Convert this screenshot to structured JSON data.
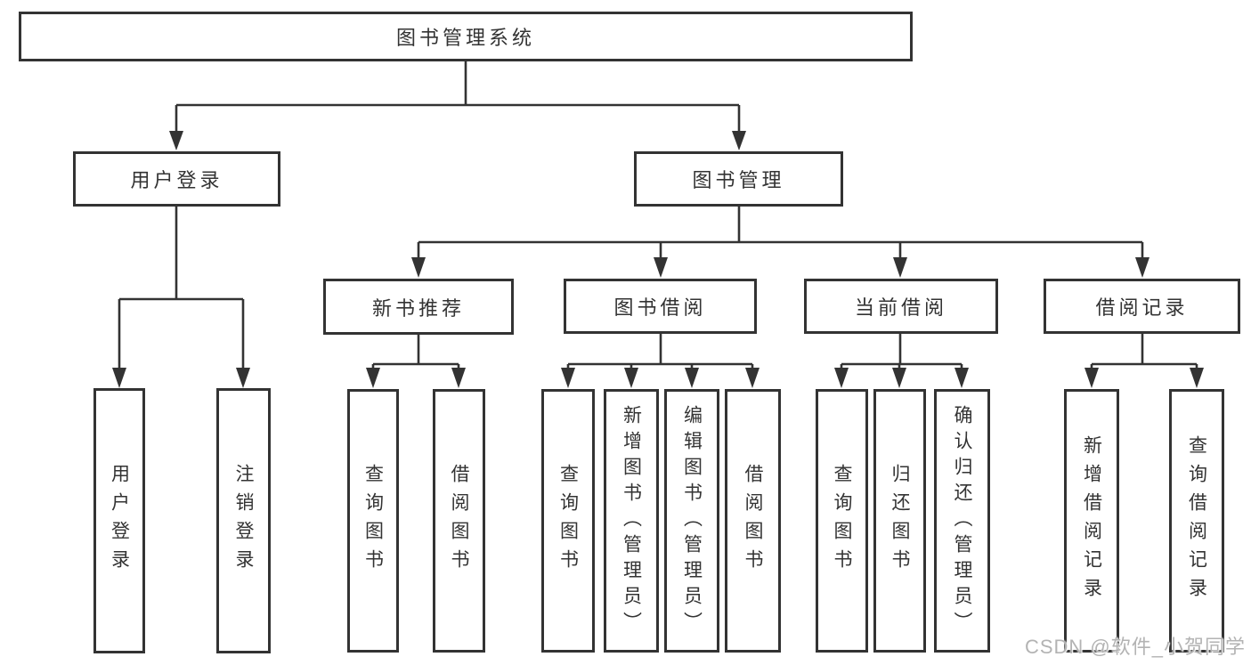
{
  "diagram_type": "hierarchy-tree",
  "colors": {
    "line": "#333333",
    "border": "#333333",
    "text": "#333333",
    "background": "#ffffff",
    "watermark": "#b3b3b3"
  },
  "tree": {
    "label": "图书管理系统",
    "children": [
      {
        "label": "用户登录",
        "children": [
          {
            "label": "用户登录"
          },
          {
            "label": "注销登录"
          }
        ]
      },
      {
        "label": "图书管理",
        "children": [
          {
            "label": "新书推荐",
            "children": [
              {
                "label": "查询图书"
              },
              {
                "label": "借阅图书"
              }
            ]
          },
          {
            "label": "图书借阅",
            "children": [
              {
                "label": "查询图书"
              },
              {
                "label": "新增图书（管理员）"
              },
              {
                "label": "编辑图书（管理员）"
              },
              {
                "label": "借阅图书"
              }
            ]
          },
          {
            "label": "当前借阅",
            "children": [
              {
                "label": "查询图书"
              },
              {
                "label": "归还图书"
              },
              {
                "label": "确认归还（管理员）"
              }
            ]
          },
          {
            "label": "借阅记录",
            "children": [
              {
                "label": "新增借阅记录"
              },
              {
                "label": "查询借阅记录"
              }
            ]
          }
        ]
      }
    ]
  },
  "watermark": {
    "text": "CSDN @软件_小贺同学"
  }
}
